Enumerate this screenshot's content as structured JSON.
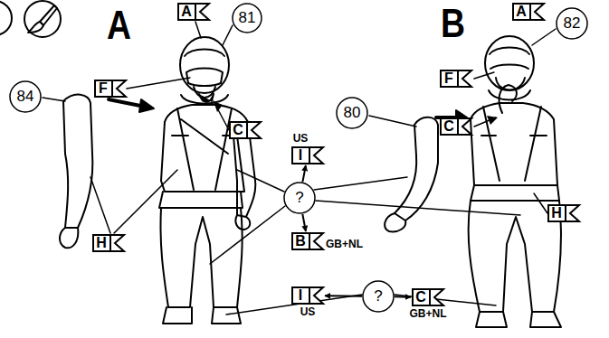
{
  "diagram": {
    "nodes": [
      {
        "text": [
          "81"
        ]
      },
      {
        "text": [
          "A"
        ]
      },
      {
        "text": [
          "F"
        ]
      },
      {
        "text": [
          "C"
        ]
      },
      {
        "text": [
          "84"
        ]
      },
      {
        "text": [
          "H"
        ]
      },
      {
        "text": [
          "US",
          "I"
        ]
      },
      {
        "text": [
          "?"
        ]
      },
      {
        "text": [
          "B",
          "GB+NL"
        ]
      },
      {
        "text": [
          "?"
        ]
      },
      {
        "text": [
          "I",
          "US"
        ]
      },
      {
        "text": [
          "C",
          "GB+NL"
        ]
      },
      {
        "text": [
          "A"
        ]
      },
      {
        "text": [
          "82"
        ]
      },
      {
        "text": [
          "F"
        ]
      },
      {
        "text": [
          "C"
        ]
      },
      {
        "text": [
          "80"
        ]
      },
      {
        "text": [
          "H"
        ]
      }
    ],
    "edges": [
      {
        "from": 7,
        "to": 6,
        "arrow": "to"
      },
      {
        "from": 7,
        "to": 8,
        "arrow": "to"
      },
      {
        "from": 9,
        "to": 10,
        "arrow": "to"
      },
      {
        "from": 9,
        "to": 11,
        "arrow": "to"
      }
    ],
    "labels": [
      "A",
      "B"
    ]
  }
}
